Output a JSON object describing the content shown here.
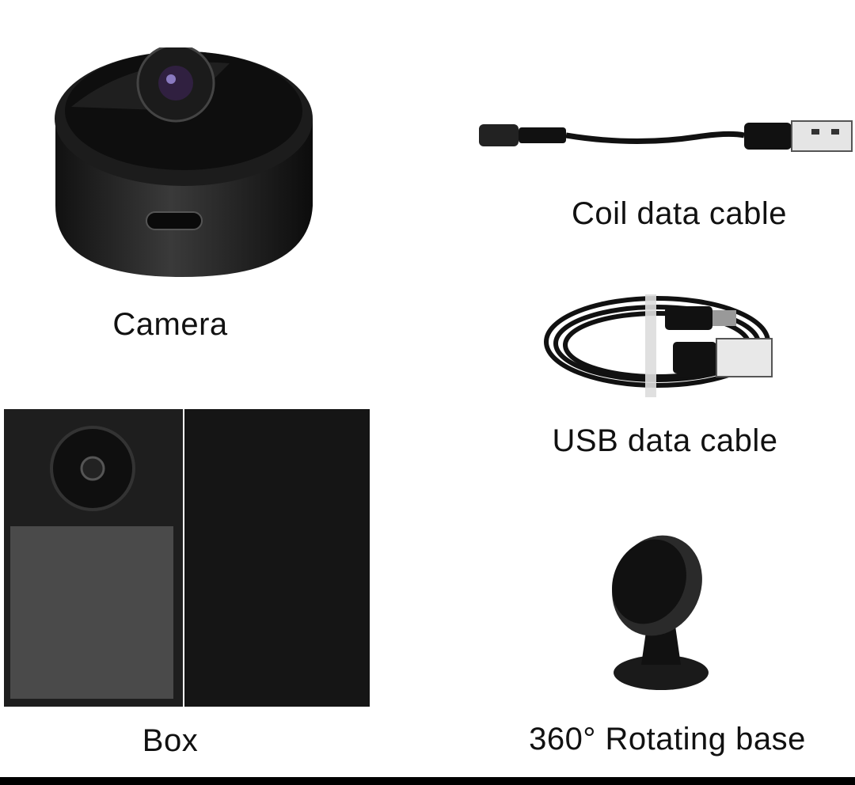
{
  "items": [
    {
      "label": "Camera"
    },
    {
      "label": "Coil data cable"
    },
    {
      "label": "USB data cable"
    },
    {
      "label": "Box"
    },
    {
      "label": "360° Rotating base"
    }
  ],
  "colors": {
    "background": "#ffffff",
    "product": "#1a1a1a",
    "text": "#111111"
  }
}
